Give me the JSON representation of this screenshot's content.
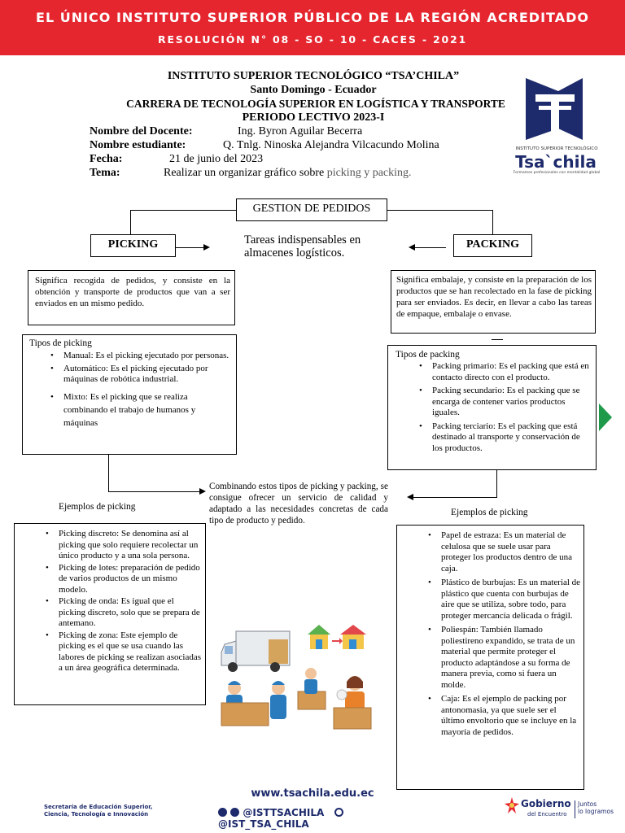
{
  "banner": {
    "line1": "EL ÚNICO INSTITUTO SUPERIOR PÚBLICO DE LA REGIÓN ACREDITADO",
    "line2": "RESOLUCIÓN N° 08 - SO - 10 - CACES - 2021"
  },
  "header": {
    "institute": "INSTITUTO SUPERIOR TECNOLÓGICO “TSA’CHILA”",
    "location": "Santo Domingo - Ecuador",
    "career": "CARRERA DE TECNOLOGÍA SUPERIOR EN LOGÍSTICA Y TRANSPORTE",
    "period": "PERIODO LECTIVO 2023-I"
  },
  "info": {
    "teacher_label": "Nombre del Docente:",
    "teacher_value": "Ing. Byron Aguilar Becerra",
    "student_label": "Nombre estudiante:",
    "student_value": "Q. Tnlg. Ninoska Alejandra Vilcacundo Molina",
    "date_label": "Fecha:",
    "date_value": "21 de junio del 2023",
    "topic_label": "Tema:",
    "topic_value_a": "Realizar un organizar gráfico sobre ",
    "topic_value_b": "picking y packing."
  },
  "logo": {
    "small": "INSTITUTO SUPERIOR TECNOLÓGICO",
    "brand": "Tsa`chila",
    "tagline": "Formamos profesionales con mentalidad global"
  },
  "diagram": {
    "root": "GESTION DE PEDIDOS",
    "center_text": "Tareas indispensables en almacenes logísticos.",
    "picking_title": "PICKING",
    "packing_title": "PACKING",
    "picking_def": "Significa recogida de pedidos, y consiste en la obtención y transporte de productos que van a ser enviados en un mismo pedido.",
    "packing_def": "Significa embalaje, y consiste en la preparación de los productos que se han recolectado en la fase de picking para ser enviados. Es decir, en llevar a cabo las tareas de empaque, embalaje o envase.",
    "picking_types_label": "Tipos de picking",
    "picking_types": [
      "Manual: Es el picking ejecutado por personas.",
      "Automático: Es el picking ejecutado por máquinas de robótica industrial.",
      "Mixto: Es el picking que se realiza combinando el trabajo de humanos y máquinas"
    ],
    "packing_types_label": "Tipos de packing",
    "packing_types": [
      "Packing primario: Es el packing que está en contacto directo con el producto.",
      "Packing secundario: Es el packing que se encarga de contener varios productos iguales.",
      "Packing terciario: Es el packing que está destinado al transporte y conservación de los productos."
    ],
    "combining_text": "Combinando estos tipos de picking y packing, se consigue ofrecer un servicio de calidad y adaptado a las necesidades concretas de cada tipo de producto y pedido.",
    "left_examples_label": "Ejemplos de picking",
    "left_examples": [
      "Picking discreto: Se denomina así al picking que solo requiere recolectar un único producto y a una sola persona.",
      "Picking de lotes: preparación de pedido de varios productos de un mismo modelo.",
      "Picking de onda: Es igual que el picking discreto, solo que se prepara de antemano.",
      "Picking de zona: Este ejemplo de picking es el que se usa cuando las labores de picking se realizan asociadas a un área geográfica determinada."
    ],
    "right_examples_label": "Ejemplos de picking",
    "right_examples": [
      "Papel de estraza: Es un material de celulosa que se suele usar para proteger los productos dentro de una caja.",
      "Plástico de burbujas: Es un material de plástico que cuenta con burbujas de aire que se utiliza, sobre todo, para proteger mercancía delicada o frágil.",
      "Poliespán: También llamado poliestireno expandido, se trata de un material que permite proteger el producto adaptándose a su forma de manera previa, como si fuera un molde.",
      "Caja: Es el ejemplo de packing por antonomasia, ya que suele ser el último envoltorio que se incluye en la mayoría de pedidos."
    ],
    "bullet": "•"
  },
  "footer": {
    "website": "www.tsachila.edu.ec",
    "social_a": "@ISTTSACHILA",
    "social_b": "@IST_TSA_CHILA",
    "secretaria_1": "Secretaría de Educación Superior,",
    "secretaria_2": "Ciencia, Tecnología e Innovación",
    "gob_main": "Gobierno",
    "gob_sub": "del Encuentro",
    "gob_tag1": "Juntos",
    "gob_tag2": "lo logramos"
  },
  "colors": {
    "banner_red": "#e5262f",
    "logo_navy": "#1d2a6b",
    "arrow_green": "#1e9a4a"
  }
}
